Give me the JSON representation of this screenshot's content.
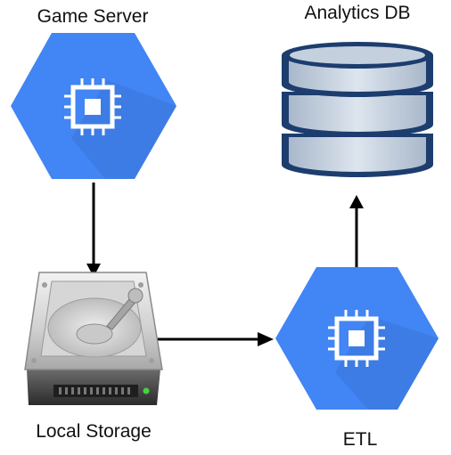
{
  "nodes": {
    "game_server": {
      "label": "Game Server"
    },
    "analytics_db": {
      "label": "Analytics DB"
    },
    "local_storage": {
      "label": "Local Storage"
    },
    "etl": {
      "label": "ETL"
    }
  },
  "colors": {
    "compute_blue": "#4285f4",
    "compute_shadow": "#3a74d9",
    "db_navy": "#1c3d6e",
    "db_light": "#c4d0de",
    "arrow": "#000000",
    "led_green": "#43d33b"
  },
  "icons": {
    "game_server": "compute-engine-icon",
    "analytics_db": "database-icon",
    "local_storage": "hard-drive-icon",
    "etl": "compute-engine-icon"
  }
}
